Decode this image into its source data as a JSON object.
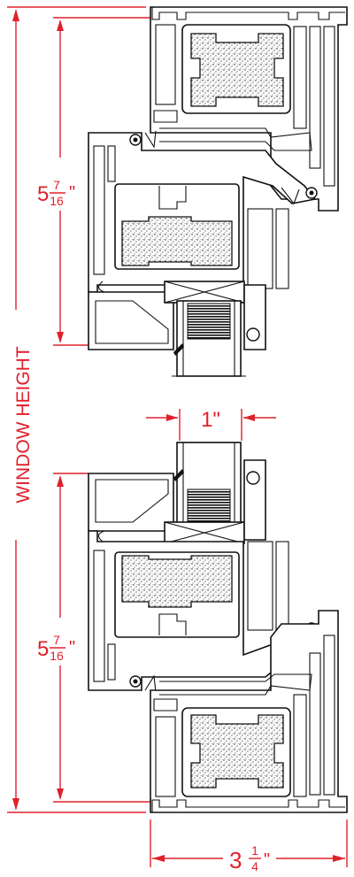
{
  "labels": {
    "window_height": "WINDOW HEIGHT",
    "top_dim_whole": "5",
    "top_dim_num": "7",
    "top_dim_den": "16",
    "top_dim_unit": "\"",
    "bottom_dim_whole": "5",
    "bottom_dim_num": "7",
    "bottom_dim_den": "16",
    "bottom_dim_unit": "\"",
    "glass_dim": "1\"",
    "width_dim_whole": "3",
    "width_dim_num": "1",
    "width_dim_den": "4",
    "width_dim_unit": "\""
  },
  "colors": {
    "dimension": "#e0202b",
    "outline": "#111111"
  }
}
